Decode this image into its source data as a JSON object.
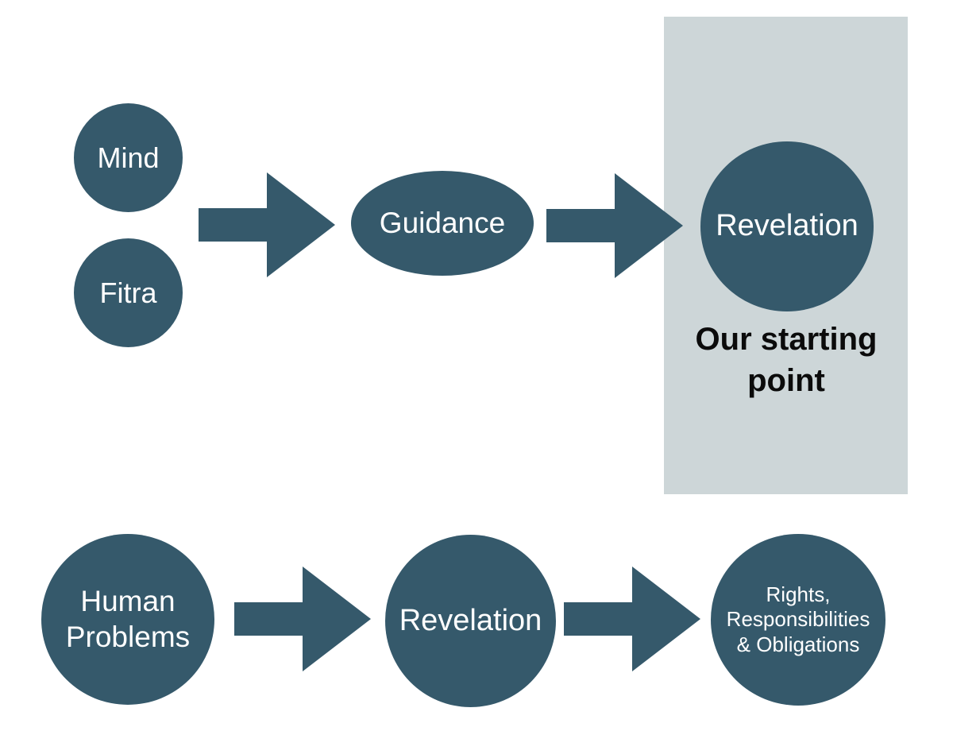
{
  "colors": {
    "background": "#FFFFFF",
    "node_fill": "#35596B",
    "node_text": "#FFFFFF",
    "highlight_box": "#CDD6D8",
    "caption_text": "#0B0B0B"
  },
  "diagram": {
    "top_flow": {
      "sources": [
        {
          "label": "Mind"
        },
        {
          "label": "Fitra"
        }
      ],
      "guidance": {
        "label": "Guidance"
      },
      "revelation": {
        "label": "Revelation"
      },
      "caption": "Our starting point"
    },
    "bottom_flow": {
      "human_problems": {
        "label": "Human Problems"
      },
      "revelation": {
        "label": "Revelation"
      },
      "outcomes": {
        "label": "Rights, Responsibilities & Obligations"
      }
    },
    "icons": {
      "arrow": "right-arrow-icon"
    }
  }
}
